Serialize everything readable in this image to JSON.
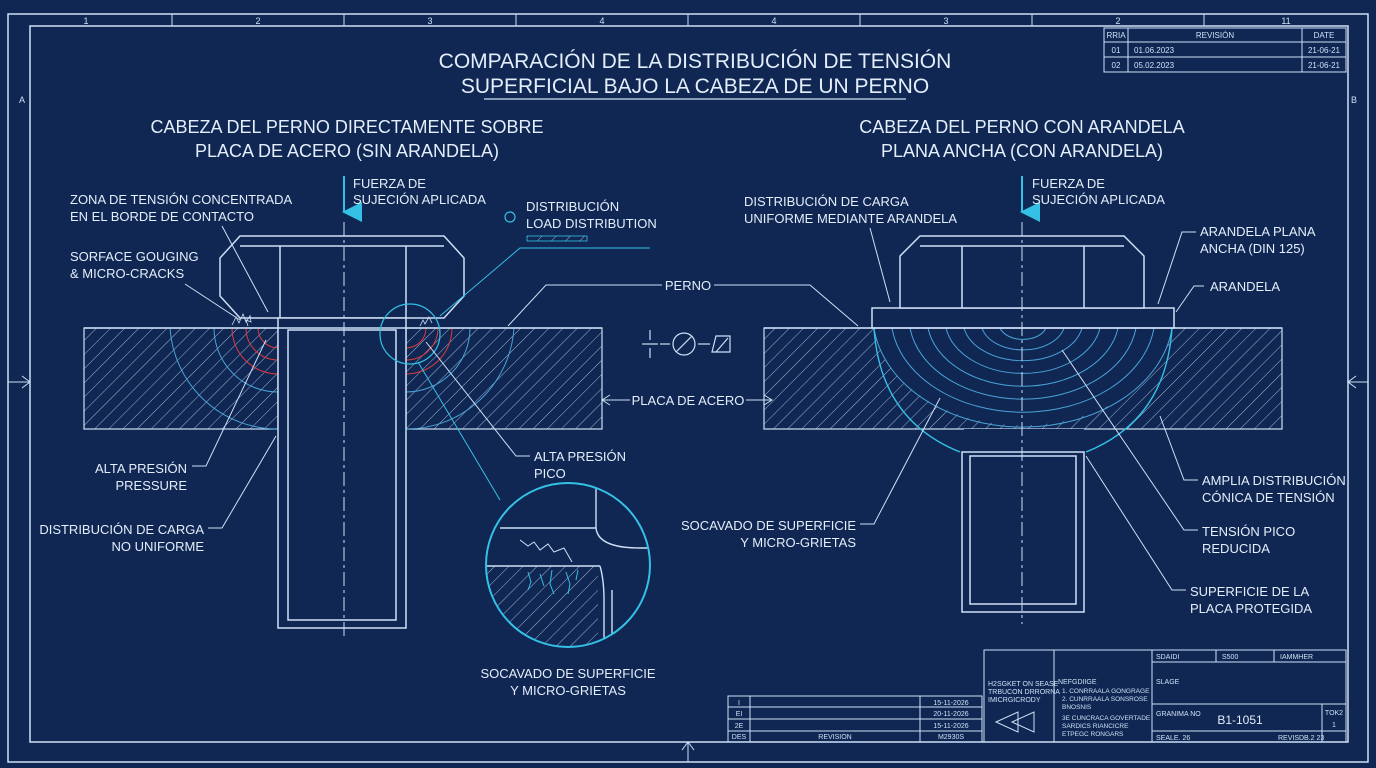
{
  "colors": {
    "background": "#0f2752",
    "line": "#cfe0f6",
    "accent": "#35c0e6",
    "stress": "#e03a3a"
  },
  "title": {
    "line1": "COMPARACIÓN DE LA DISTRIBUCIÓN DE TENSIÓN",
    "line2": "SUPERFICIAL BAJO LA CABEZA DE UN PERNO"
  },
  "border": {
    "top_numbers": [
      "1",
      "2",
      "3",
      "4",
      "4",
      "3",
      "2",
      "11"
    ],
    "left_letter": "A",
    "right_letter": "B"
  },
  "revision_table": {
    "headers": [
      "RRIA",
      "REVISIÓN",
      "DATE"
    ],
    "rows": [
      [
        "01",
        "01.06.2023",
        "21-06-21"
      ],
      [
        "02",
        "05.02.2023",
        "21-06-21"
      ]
    ]
  },
  "left": {
    "heading1": "CABEZA DEL PERNO DIRECTAMENTE SOBRE",
    "heading2": "PLACA DE ACERO (SIN ARANDELA)",
    "force1": "FUERZA DE",
    "force2": "SUJECIÓN APLICADA",
    "zone1": "ZONA DE TENSIÓN CONCENTRADA",
    "zone2": "EN EL BORDE DE CONTACTO",
    "gouge1": "SORFACE GOUGING",
    "gouge2": "& MICRO-CRACKS",
    "dist1": "DISTRIBUCIÓN",
    "dist2": "LOAD DISTRIBUTION",
    "alta1": "ALTA PRESIÓN",
    "alta2": "PRESSURE",
    "nonuni1": "DISTRIBUCIÓN DE CARGA",
    "nonuni2": "NO UNIFORME",
    "pico1": "ALTA PRESIÓN",
    "pico2": "PICO",
    "detail1": "SOCAVADO DE SUPERFICIE",
    "detail2": "Y MICRO-GRIETAS"
  },
  "center": {
    "perno": "PERNO",
    "placa": "PLACA DE ACERO"
  },
  "right": {
    "heading1": "CABEZA DEL PERNO CON ARANDELA",
    "heading2": "PLANA ANCHA (CON ARANDELA)",
    "force1": "FUERZA DE",
    "force2": "SUJECIÓN APLICADA",
    "uni1": "DISTRIBUCIÓN DE CARGA",
    "uni2": "UNIFORME MEDIANTE ARANDELA",
    "washer1": "ARANDELA PLANA",
    "washer2": "ANCHA (DIN 125)",
    "arandela": "ARANDELA",
    "socav1": "SOCAVADO DE SUPERFICIE",
    "socav2": "Y MICRO-GRIETAS",
    "amplia1": "AMPLIA DISTRIBUCIÓN",
    "amplia2": "CÓNICA DE TENSIÓN",
    "reduc1": "TENSIÓN PICO",
    "reduc2": "REDUCIDA",
    "prot1": "SUPERFICIE DE LA",
    "prot2": "PLACA PROTEGIDA"
  },
  "small_revision": {
    "rows": [
      [
        "I",
        "15-11-2026"
      ],
      [
        "EI",
        "20-11-2026"
      ],
      [
        "2E",
        "15-11-2026"
      ]
    ],
    "footer": [
      "DES",
      "REVISION",
      "M2930S"
    ]
  },
  "title_block": {
    "box1": [
      "H2SGKET ON SEASE",
      "TRBUCON DRRORNA",
      "IMICRGICRODY"
    ],
    "box2_title": "NEFGDIIGE",
    "box2_items": [
      "1. CONRRAALA GONGRAGE",
      "2. CUNRRAALA SONSROSE",
      "   BNOSNIS",
      "3E CUNCRACA GOVERTADE",
      "   SARDICS RIANCICRE",
      "   ETPEGC RONGARS"
    ],
    "hdr": [
      "SDAIDI",
      "S500",
      "IAMMHER"
    ],
    "slage": "SLAGE",
    "granima_label": "GRANIMA NO",
    "drawing_no": "B1-1051",
    "tok_label": "TOK2",
    "tok_val": "1",
    "scale": "SEALE. 26",
    "revisdb": "REVISDB.2 23"
  }
}
